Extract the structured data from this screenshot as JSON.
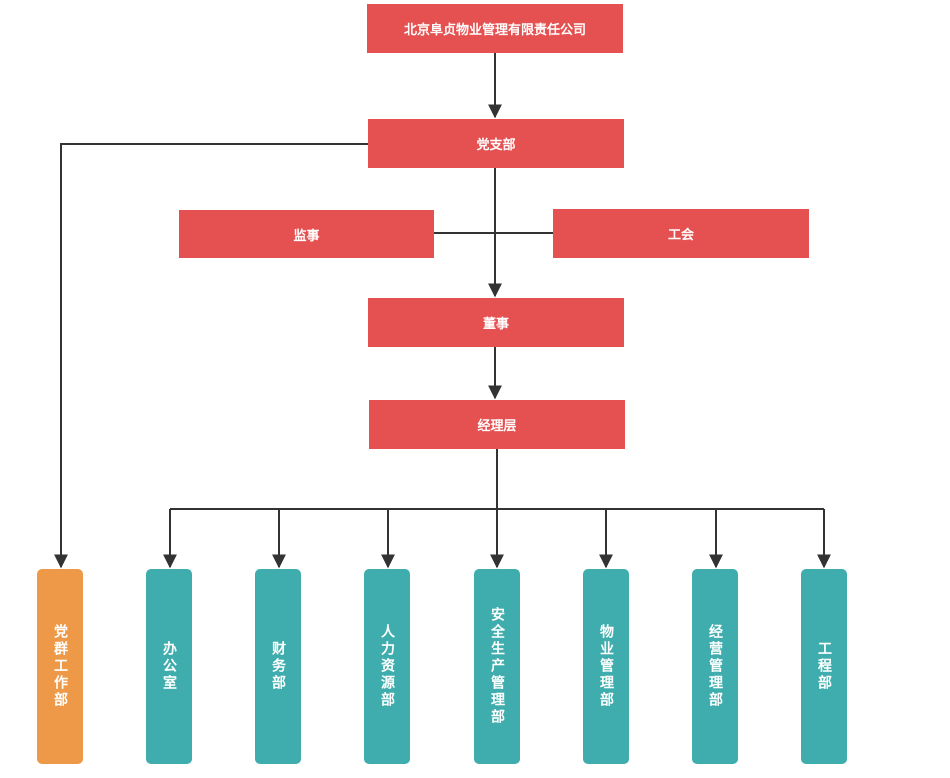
{
  "org": {
    "company": "北京阜贞物业管理有限责任公司",
    "party_branch": "党支部",
    "supervisor": "监事",
    "union": "工会",
    "board": "董事",
    "management": "经理层"
  },
  "departments": [
    {
      "label": "党群工作部",
      "color": "#ee9948"
    },
    {
      "label": "办公室",
      "color": "#3fadad"
    },
    {
      "label": "财务部",
      "color": "#3fadad"
    },
    {
      "label": "人力资源部",
      "color": "#3fadad"
    },
    {
      "label": "安全生产管理部",
      "color": "#3fadad"
    },
    {
      "label": "物业管理部",
      "color": "#3fadad"
    },
    {
      "label": "经营管理部",
      "color": "#3fadad"
    },
    {
      "label": "工程部",
      "color": "#3fadad"
    }
  ],
  "colors": {
    "leadership": "#e55050",
    "department": "#3fadad",
    "party_department": "#ee9948",
    "connector": "#333333"
  }
}
